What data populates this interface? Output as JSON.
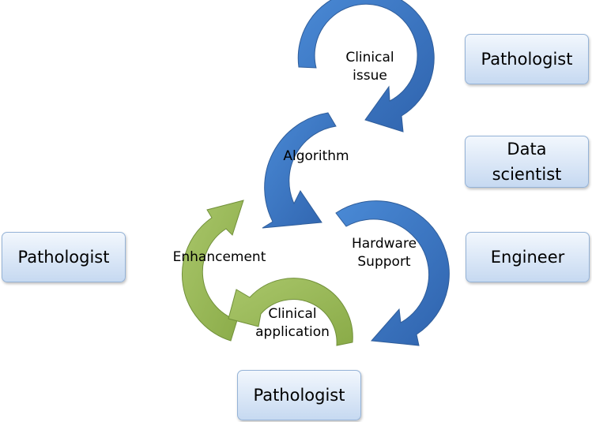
{
  "stages": {
    "clinical_issue": "Clinical\nissue",
    "algorithm": "Algorithm",
    "hardware_support": "Hardware\nSupport",
    "enhancement": "Enhancement",
    "clinical_application": "Clinical\napplication"
  },
  "roles": {
    "top_right": "Pathologist",
    "middle_right": "Data\nscientist",
    "lower_right": "Engineer",
    "left": "Pathologist",
    "bottom": "Pathologist"
  },
  "colors": {
    "blue_arrow": "#3a78c4",
    "blue_arrow_dark": "#2a5c9e",
    "green_arrow": "#9bbb59",
    "green_arrow_dark": "#7a9a3a",
    "box_fill_top": "#f2f7fd",
    "box_fill_bottom": "#c6d9f1",
    "box_border": "#95b3d7"
  }
}
